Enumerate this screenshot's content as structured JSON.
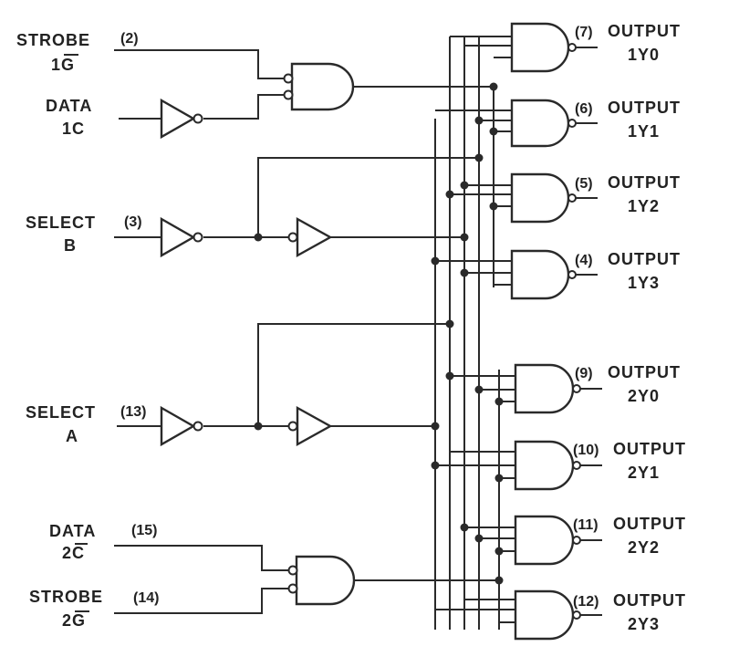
{
  "inputs": {
    "strobe1": {
      "name": "STROBE",
      "pin": "(2)",
      "signal": "1G"
    },
    "data1": {
      "name": "DATA",
      "signal": "1C"
    },
    "selectB": {
      "name": "SELECT",
      "pin": "(3)",
      "signal": "B"
    },
    "selectA": {
      "name": "SELECT",
      "pin": "(13)",
      "signal": "A"
    },
    "data2": {
      "name": "DATA",
      "pin": "(15)",
      "signal": "2C"
    },
    "strobe2": {
      "name": "STROBE",
      "pin": "(14)",
      "signal": "2G"
    }
  },
  "outputs": [
    {
      "pin": "(7)",
      "label": "OUTPUT",
      "signal": "1Y0"
    },
    {
      "pin": "(6)",
      "label": "OUTPUT",
      "signal": "1Y1"
    },
    {
      "pin": "(5)",
      "label": "OUTPUT",
      "signal": "1Y2"
    },
    {
      "pin": "(4)",
      "label": "OUTPUT",
      "signal": "1Y3"
    },
    {
      "pin": "(9)",
      "label": "OUTPUT",
      "signal": "2Y0"
    },
    {
      "pin": "(10)",
      "label": "OUTPUT",
      "signal": "2Y1"
    },
    {
      "pin": "(11)",
      "label": "OUTPUT",
      "signal": "2Y2"
    },
    {
      "pin": "(12)",
      "label": "OUTPUT",
      "signal": "2Y3"
    }
  ]
}
